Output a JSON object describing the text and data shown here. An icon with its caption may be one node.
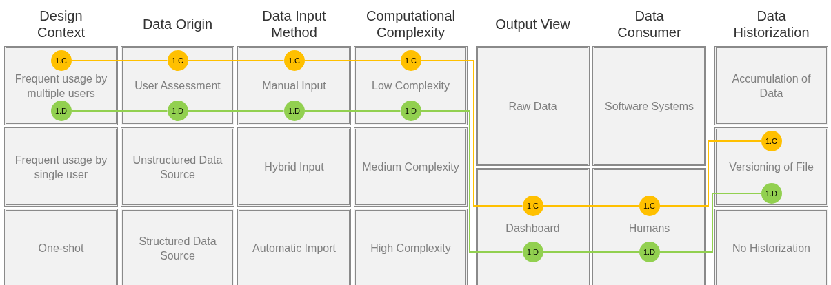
{
  "diagram": {
    "nodes": [
      {
        "text": [
          "Frequent usage by multiple users"
        ]
      },
      {
        "text": [
          "1.C"
        ],
        "in": 0
      },
      {
        "text": [
          "1.D"
        ],
        "in": 0
      },
      {
        "text": [
          "Frequent usage by single user"
        ]
      },
      {
        "text": [
          "One-shot"
        ]
      },
      {
        "text": [
          "User Assessment"
        ]
      },
      {
        "text": [
          "1.C"
        ],
        "in": 5
      },
      {
        "text": [
          "1.D"
        ],
        "in": 5
      },
      {
        "text": [
          "Unstructured Data Source"
        ]
      },
      {
        "text": [
          "Structured Data Source"
        ]
      },
      {
        "text": [
          "Manual Input"
        ]
      },
      {
        "text": [
          "1.C"
        ],
        "in": 10
      },
      {
        "text": [
          "1.D"
        ],
        "in": 10
      },
      {
        "text": [
          "Hybrid Input"
        ]
      },
      {
        "text": [
          "Automatic Import"
        ]
      },
      {
        "text": [
          "Low Complexity"
        ]
      },
      {
        "text": [
          "1.C"
        ],
        "in": 15
      },
      {
        "text": [
          "1.D"
        ],
        "in": 15
      },
      {
        "text": [
          "Medium Complexity"
        ]
      },
      {
        "text": [
          "High Complexity"
        ]
      },
      {
        "text": [
          "Raw Data"
        ]
      },
      {
        "text": [
          "Dashboard"
        ]
      },
      {
        "text": [
          "1.C"
        ],
        "in": 21
      },
      {
        "text": [
          "1.D"
        ],
        "in": 21
      },
      {
        "text": [
          "Software Systems"
        ]
      },
      {
        "text": [
          "Humans"
        ]
      },
      {
        "text": [
          "1.C"
        ],
        "in": 25
      },
      {
        "text": [
          "1.D"
        ],
        "in": 25
      },
      {
        "text": [
          "Accumulation of Data"
        ]
      },
      {
        "text": [
          "Versioning of File"
        ]
      },
      {
        "text": [
          "1.C"
        ],
        "in": 29
      },
      {
        "text": [
          "1.D"
        ],
        "in": 29
      },
      {
        "text": [
          "No Historization"
        ]
      }
    ],
    "edges": [
      {
        "from": 1,
        "to": 6,
        "arrow": "none",
        "color": "#ffc000"
      },
      {
        "from": 6,
        "to": 11,
        "arrow": "none",
        "color": "#ffc000"
      },
      {
        "from": 11,
        "to": 16,
        "arrow": "none",
        "color": "#ffc000"
      },
      {
        "from": 16,
        "to": 22,
        "arrow": "none",
        "color": "#ffc000"
      },
      {
        "from": 22,
        "to": 26,
        "arrow": "none",
        "color": "#ffc000"
      },
      {
        "from": 26,
        "to": 30,
        "arrow": "none",
        "color": "#ffc000"
      },
      {
        "from": 2,
        "to": 7,
        "arrow": "none",
        "color": "#92d050"
      },
      {
        "from": 7,
        "to": 12,
        "arrow": "none",
        "color": "#92d050"
      },
      {
        "from": 12,
        "to": 17,
        "arrow": "none",
        "color": "#92d050"
      },
      {
        "from": 17,
        "to": 23,
        "arrow": "none",
        "color": "#92d050"
      },
      {
        "from": 23,
        "to": 27,
        "arrow": "none",
        "color": "#92d050"
      },
      {
        "from": 27,
        "to": 31,
        "arrow": "none",
        "color": "#92d050"
      }
    ],
    "labels": [
      "Design Context",
      "Data Origin",
      "Data Input Method",
      "Computational Complexity",
      "Output View",
      "Data Consumer",
      "Data Historization"
    ]
  }
}
